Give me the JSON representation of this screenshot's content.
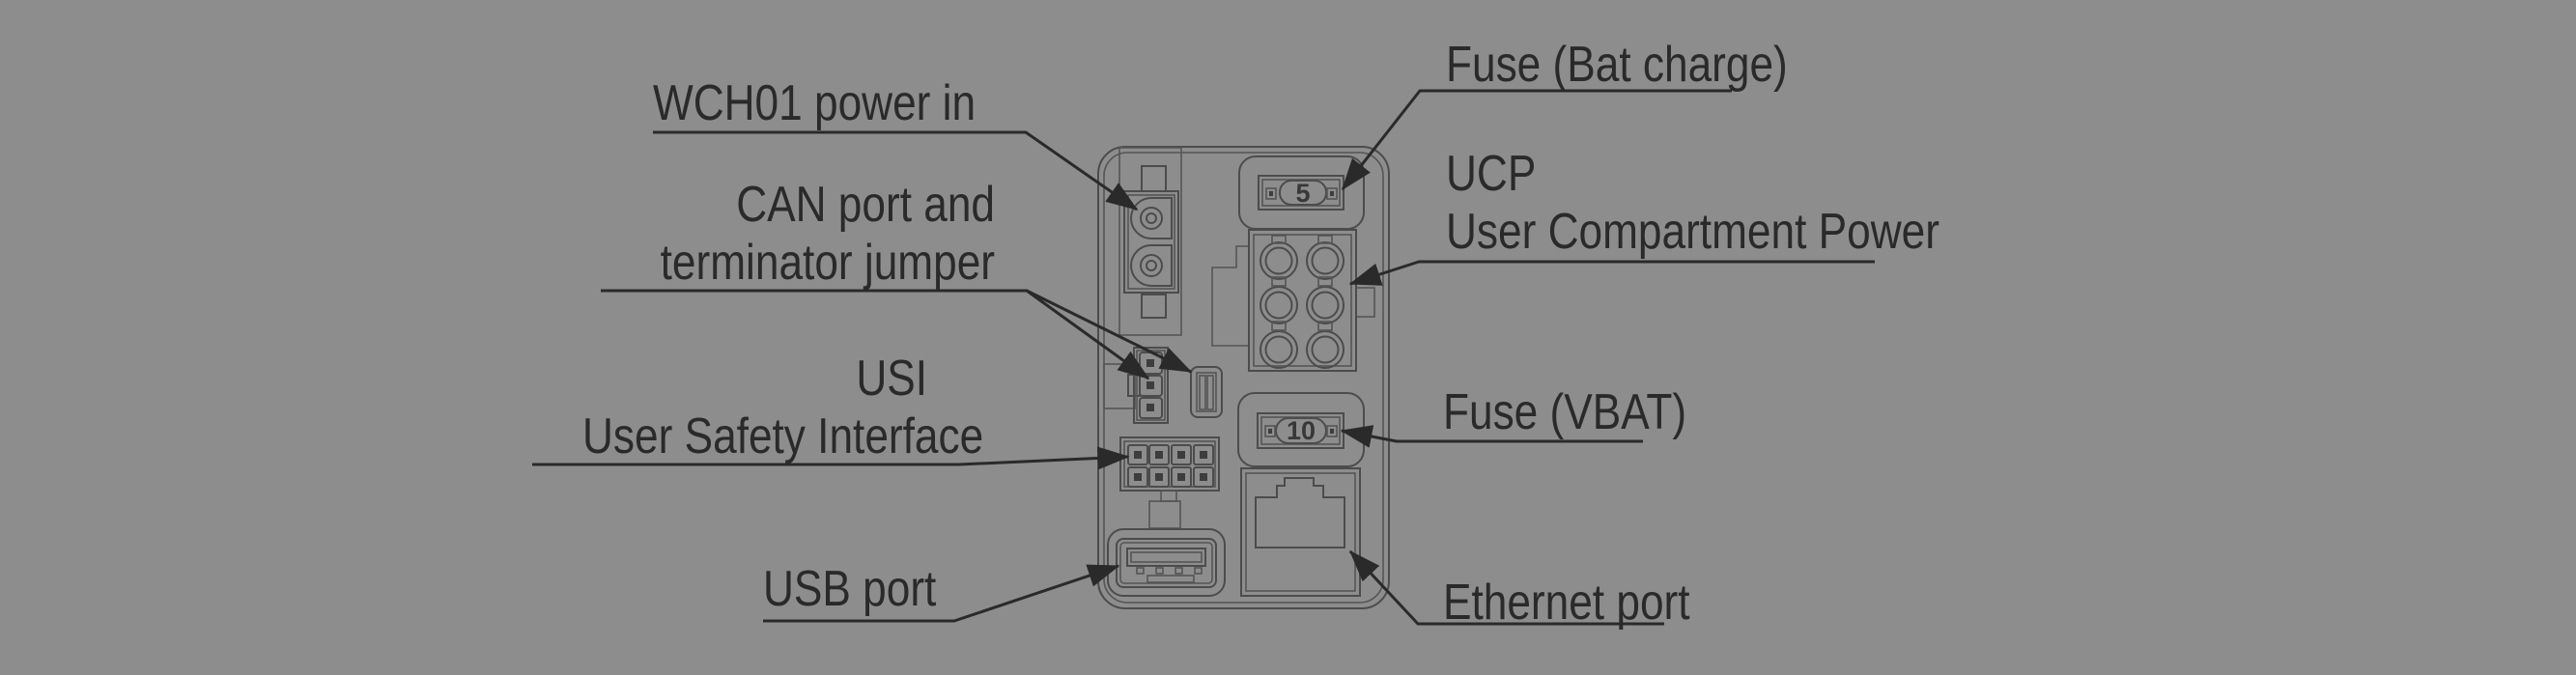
{
  "figure": {
    "type": "hardware-connector-panel-diagram",
    "background_color": "#8d8d8d",
    "outline_color": "#4c4c4c",
    "text_color": "#2a2a2a"
  },
  "labels": {
    "wch01_power_in": "WCH01 power in",
    "can_port_line1": "CAN port and",
    "can_port_line2": "terminator jumper",
    "usi_abbr": "USI",
    "usi_full": "User Safety Interface",
    "usb_port": "USB port",
    "fuse_bat_charge": "Fuse (Bat charge)",
    "ucp_abbr": "UCP",
    "ucp_full": "User Compartment Power",
    "fuse_vbat": "Fuse (VBAT)",
    "ethernet_port": "Ethernet port"
  },
  "fuses": {
    "bat_charge_rating": "5",
    "vbat_rating": "10"
  }
}
